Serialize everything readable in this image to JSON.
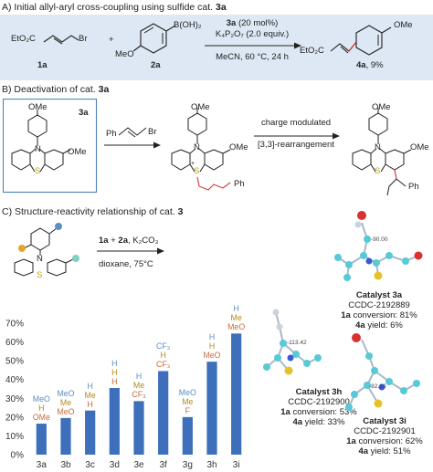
{
  "sectionA": {
    "title_prefix": "A) Initial allyl-aryl cross-coupling using sulfide cat. ",
    "title_cat": "3a",
    "reactant1": "EtO₂C",
    "reactant1_br": "Br",
    "plus": "+",
    "reactant2_boron": "B(OH)₂",
    "reactant2_meo": "MeO",
    "label1": "1a",
    "label2": "2a",
    "cond1_cat": "3a",
    "cond1_rest": " (20 mol%)",
    "cond2": "K₄P₂O₇ (2.0 equiv.)",
    "cond3": "MeCN, 60 °C, 24 h",
    "product_ester": "EtO₂C",
    "product_ome": "OMe",
    "product_label": "4a",
    "product_yield": ", 9%"
  },
  "sectionB": {
    "title_prefix": "B) Deactivation of cat. ",
    "title_cat": "3a",
    "cat_label": "3a",
    "ome_top": "OMe",
    "ome_right": "OMe",
    "n": "N",
    "s": "S",
    "ph_left": "Ph",
    "br": "Br",
    "ome2_top": "OMe",
    "ome2_right": "OMe",
    "s_plus": "+",
    "ph_chain": "Ph",
    "arrow_text1": "charge modulated",
    "arrow_text2": "[3,3]-rearrangement",
    "ome3_top": "OMe",
    "ome3_right": "OMe",
    "ph_prod": "Ph"
  },
  "sectionC": {
    "title_prefix": "C) Structure-reactivity relationship of cat. ",
    "title_cat": "3",
    "cond_line1_a": "1a",
    "cond_line1_plus": " + ",
    "cond_line1_b": "2a",
    "cond_line1_rest": ", K₂CO₃",
    "cond_line2": "dioxane, 75°C",
    "n": "N",
    "s": "S"
  },
  "crystals": [
    {
      "title": "Catalyst 3a",
      "ccdc": "CCDC-2192889",
      "conv_label": "1a",
      "conv_text": " conversion: 81%",
      "yield_label": "4a",
      "yield_text": " yield: 6%",
      "angle": "-90.00"
    },
    {
      "title": "Catalyst 3h",
      "ccdc": "CCDC-2192900",
      "conv_label": "1a",
      "conv_text": " conversion: 53%",
      "yield_label": "4a",
      "yield_text": " yield: 33%",
      "angle": "-113.42"
    },
    {
      "title": "Catalyst 3i",
      "ccdc": "CCDC-2192901",
      "conv_label": "1a",
      "conv_text": " conversion: 62%",
      "yield_label": "4a",
      "yield_text": " yield: 51%",
      "angle": "-82.10"
    }
  ],
  "chart_data": {
    "type": "bar",
    "categories": [
      "3a",
      "3b",
      "3c",
      "3d",
      "3e",
      "3f",
      "3g",
      "3h",
      "3i"
    ],
    "values": [
      16.5,
      19.5,
      23.5,
      35.5,
      28.5,
      44.5,
      20,
      49.5,
      64.5
    ],
    "ylim": [
      0,
      70
    ],
    "yticks": [
      "0%",
      "10%",
      "20%",
      "30%",
      "40%",
      "50%",
      "60%",
      "70%"
    ],
    "ytick_values": [
      0,
      10,
      20,
      30,
      40,
      50,
      60,
      70
    ],
    "grid": false,
    "bar_color": "#3d6fba",
    "substituents": [
      [
        "MeO",
        "H",
        "OMe"
      ],
      [
        "MeO",
        "Me",
        "MeO"
      ],
      [
        "H",
        "Me",
        "H"
      ],
      [
        "H",
        "H",
        "H"
      ],
      [
        "H",
        "Me",
        "CF₃"
      ],
      [
        "CF₃",
        "H",
        "CF₃"
      ],
      [
        "MeO",
        "Me",
        "F"
      ],
      [
        "H",
        "H",
        "MeO"
      ],
      [
        "H",
        "Me",
        "MeO"
      ]
    ],
    "substituent_colors": [
      "#5b8ec2",
      "#b68a1a",
      "#c86a3c"
    ]
  }
}
